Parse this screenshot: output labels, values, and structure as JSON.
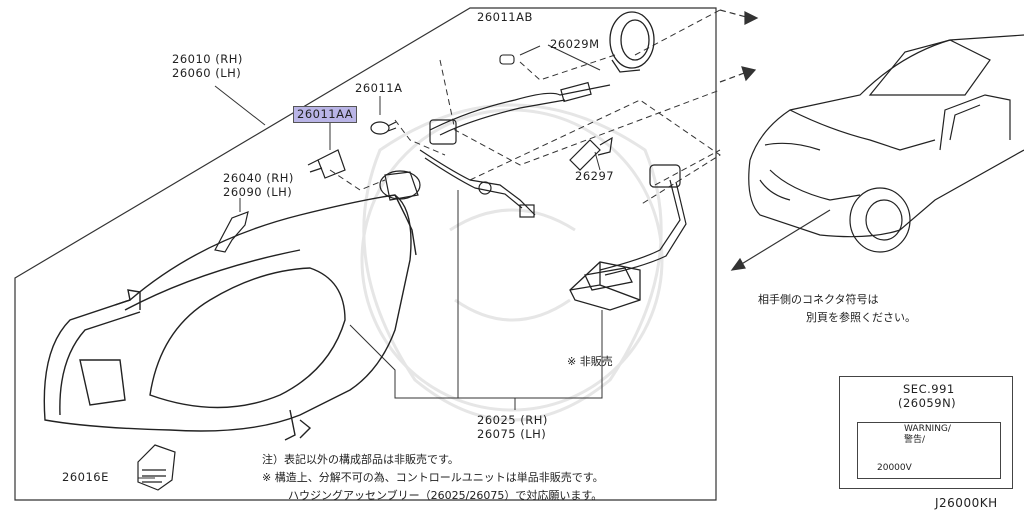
{
  "parts": {
    "p26010": "26010 (RH)",
    "p26060": "26060 (LH)",
    "p26011AB": "26011AB",
    "p26029M": "26029M",
    "p26011A": "26011A",
    "p26011AA": "26011AA",
    "p26040": "26040 (RH)",
    "p26090": "26090 (LH)",
    "p26297": "26297",
    "p26025": "26025 (RH)",
    "p26075": "26075 (LH)",
    "p26016E": "26016E"
  },
  "notes": {
    "connector_ref_1": "相手側のコネクタ符号は",
    "connector_ref_2": "別頁を参照ください。",
    "not_sold": "※ 非販売",
    "footer_1": "注）表記以外の構成部品は非販売です。",
    "footer_2": "※ 構造上、分解不可の為、コントロールユニットは単品非販売です。",
    "footer_3": "ハウジングアッセンブリー（26025/26075）で対応願います。"
  },
  "section_box": {
    "sec": "SEC.991",
    "sec_part": "(26059N)",
    "warning": "WARNING/",
    "warning_jp": "警告/",
    "voltage": "20000V"
  },
  "figure_code": "J26000KH",
  "colors": {
    "highlight": "#b9b4e6",
    "line": "#2a2a2a"
  }
}
